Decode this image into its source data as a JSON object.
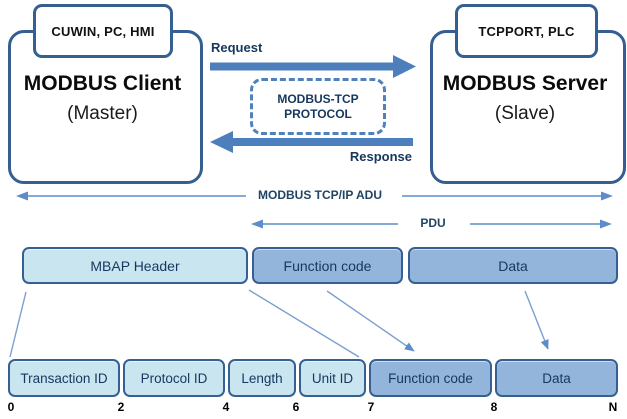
{
  "client": {
    "device_label": "CUWIN, PC, HMI",
    "title": "MODBUS Client",
    "subtitle": "(Master)"
  },
  "server": {
    "device_label": "TCPPORT, PLC",
    "title": "MODBUS Server",
    "subtitle": "(Slave)"
  },
  "exchange": {
    "request_label": "Request",
    "response_label": "Response",
    "protocol_box": {
      "line1": "MODBUS-TCP",
      "line2": "PROTOCOL"
    }
  },
  "spans": {
    "adu_label": "MODBUS TCP/IP ADU",
    "pdu_label": "PDU"
  },
  "adu_row": [
    {
      "label": "MBAP Header",
      "variant": "light"
    },
    {
      "label": "Function code",
      "variant": "dark"
    },
    {
      "label": "Data",
      "variant": "dark"
    }
  ],
  "field_row": [
    {
      "label": "Transaction ID",
      "variant": "light"
    },
    {
      "label": "Protocol ID",
      "variant": "light"
    },
    {
      "label": "Length",
      "variant": "light"
    },
    {
      "label": "Unit ID",
      "variant": "light"
    },
    {
      "label": "Function code",
      "variant": "dark"
    },
    {
      "label": "Data",
      "variant": "dark"
    }
  ],
  "byte_offsets": [
    "0",
    "2",
    "4",
    "6",
    "7",
    "8",
    "N"
  ],
  "colors": {
    "accent_arrow": "#4C7FBC",
    "thin_arrow": "#5C8DC8",
    "box_border_dark": "#365F91",
    "cell_border": "#376092",
    "light_fill": "#C9E5F0",
    "medium_fill": "#93B5DB",
    "text_navy": "#17375E"
  }
}
